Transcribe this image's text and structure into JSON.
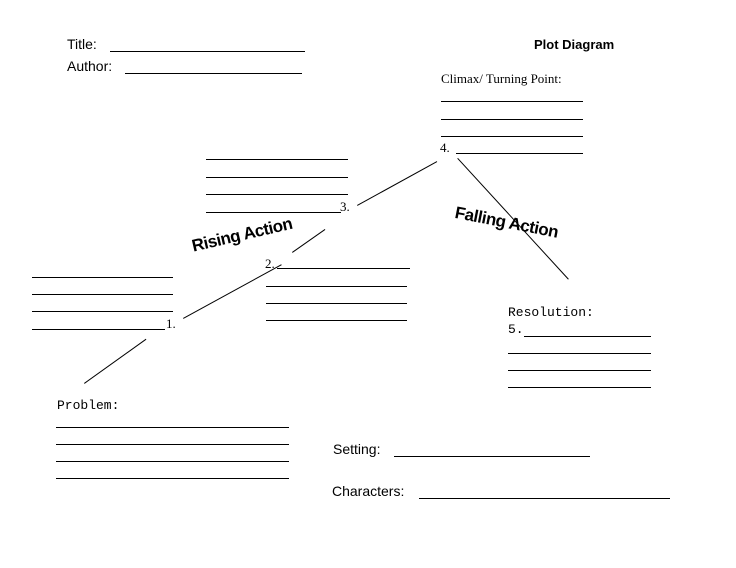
{
  "header": {
    "title_label": "Title:",
    "author_label": "Author:",
    "heading": "Plot Diagram"
  },
  "climax": {
    "label": "Climax/ Turning Point:",
    "number": "4."
  },
  "rising": {
    "label": "Rising Action",
    "number_1": "1.",
    "number_2": "2.",
    "number_3": "3."
  },
  "falling": {
    "label": "Falling Action"
  },
  "resolution": {
    "label": "Resolution:",
    "number": "5."
  },
  "problem": {
    "label": "Problem:"
  },
  "setting": {
    "label": "Setting:"
  },
  "characters": {
    "label": "Characters:"
  }
}
